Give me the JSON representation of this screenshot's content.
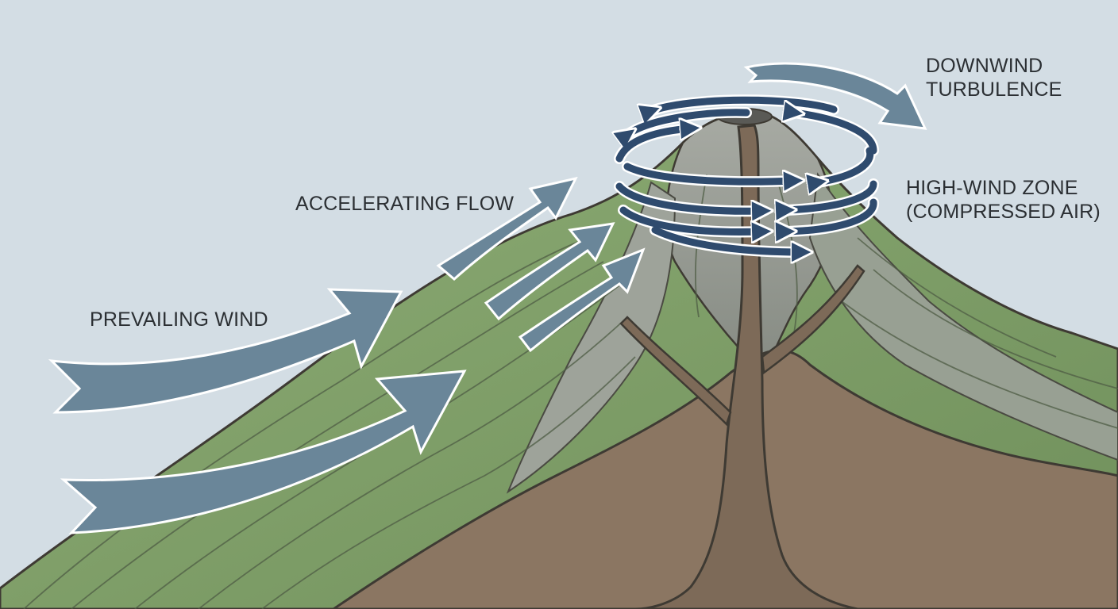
{
  "labels": {
    "prevailing": "PREVAILING WIND",
    "accelerating": "ACCELERATING FLOW",
    "high_wind": [
      "HIGH-WIND ZONE",
      "(COMPRESSED AIR)"
    ],
    "downwind": [
      "DOWNWIND",
      "TURBULENCE"
    ]
  },
  "colors": {
    "sky": "#d3dde4",
    "arrow_light": "#6a8699",
    "arrow_dark": "#2f4b6e",
    "grass": "#7f9e68",
    "grass_dark": "#5f7f4f",
    "rock": "#8f948c",
    "soil": "#8b7662",
    "conduit": "#7d6a58",
    "outline": "#3e3a33"
  }
}
